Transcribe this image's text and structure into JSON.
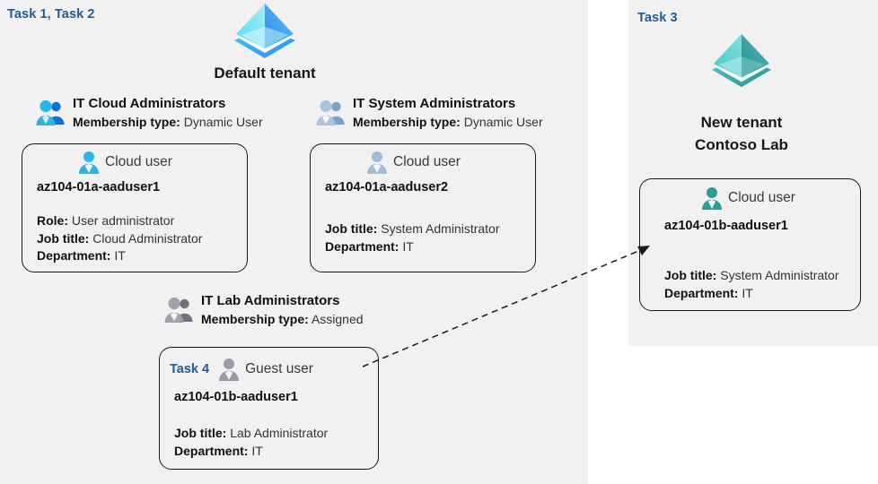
{
  "left_panel": {
    "task_label": "Task 1, Task 2",
    "tenant": {
      "title": "Default tenant",
      "icon": "azure-ad-tenant-icon",
      "color": "#32bdf4"
    },
    "groups": [
      {
        "name": "IT Cloud Administrators",
        "membership_key": "Membership type:",
        "membership_value": "Dynamic User",
        "icon": "group-users-icon",
        "icon_color": "#2ab4e8"
      },
      {
        "name": "IT System Administrators",
        "membership_key": "Membership type:",
        "membership_value": "Dynamic User",
        "icon": "group-users-icon",
        "icon_color": "#9dbcd9"
      },
      {
        "name": "IT Lab Administrators",
        "membership_key": "Membership type:",
        "membership_value": "Assigned",
        "icon": "group-users-icon",
        "icon_color": "#9a9aa6"
      }
    ],
    "cards": [
      {
        "task_tag": "",
        "user_type": "Cloud user",
        "icon": "cloud-user-icon",
        "icon_color": "#2ab4e8",
        "username": "az104-01a-aaduser1",
        "attributes": [
          {
            "key": "Role:",
            "value": "User administrator"
          },
          {
            "key": "Job title:",
            "value": "Cloud Administrator"
          },
          {
            "key": "Department:",
            "value": "IT"
          }
        ]
      },
      {
        "task_tag": "",
        "user_type": "Cloud user",
        "icon": "cloud-user-icon",
        "icon_color": "#9dbcd9",
        "username": "az104-01a-aaduser2",
        "attributes": [
          {
            "key": "Job title:",
            "value": "System Administrator"
          },
          {
            "key": "Department:",
            "value": "IT"
          }
        ]
      },
      {
        "task_tag": "Task 4",
        "user_type": "Guest user",
        "icon": "guest-user-icon",
        "icon_color": "#9a9aa6",
        "username": "az104-01b-aaduser1",
        "attributes": [
          {
            "key": "Job title:",
            "value": "Lab Administrator"
          },
          {
            "key": "Department:",
            "value": "IT"
          }
        ]
      }
    ]
  },
  "right_panel": {
    "task_label": "Task 3",
    "tenant": {
      "title_line1": "New  tenant",
      "title_line2": "Contoso Lab",
      "icon": "azure-ad-tenant-icon",
      "color": "#45b8b8"
    },
    "card": {
      "user_type": "Cloud user",
      "icon": "cloud-user-icon",
      "icon_color": "#2e9b9b",
      "username": "az104-01b-aaduser1",
      "attributes": [
        {
          "key": "Job title:",
          "value": "System Administrator"
        },
        {
          "key": "Department:",
          "value": "IT"
        }
      ]
    }
  },
  "connector": {
    "name": "guest-user-invite-arrow",
    "style": "dashed",
    "color": "#1a1a1a"
  },
  "colors": {
    "panel_background": "#f1f1f1",
    "task_blue": "#1f5c99",
    "border": "#1a1a1a",
    "text": "#333333"
  }
}
